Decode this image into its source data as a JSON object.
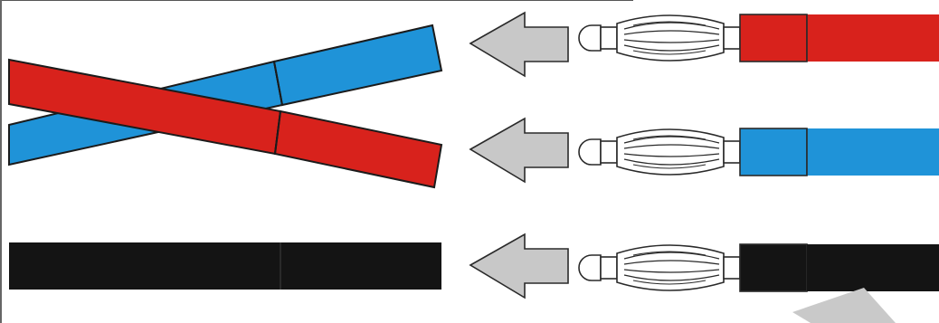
{
  "diagram": {
    "colors": {
      "background": "#ffffff",
      "red": "#d8221c",
      "blue": "#1f93d8",
      "black": "#141414",
      "arrow": "#c8c8c8",
      "outline": "#2a2a2a",
      "plug_body": "#ffffff",
      "border": "#666666"
    },
    "rows": [
      {
        "id": "top",
        "plug_cable_color": "red"
      },
      {
        "id": "middle",
        "plug_cable_color": "blue"
      },
      {
        "id": "bottom",
        "plug_cable_color": "black"
      }
    ],
    "left_cables": [
      {
        "id": "blue-cable",
        "color": "blue"
      },
      {
        "id": "red-cable",
        "color": "red"
      },
      {
        "id": "black-cable",
        "color": "black"
      }
    ],
    "arrows": [
      {
        "id": "arrow-top",
        "direction": "left"
      },
      {
        "id": "arrow-middle",
        "direction": "left"
      },
      {
        "id": "arrow-bottom",
        "direction": "left"
      }
    ],
    "corner_shape": {
      "color": "gray"
    }
  }
}
